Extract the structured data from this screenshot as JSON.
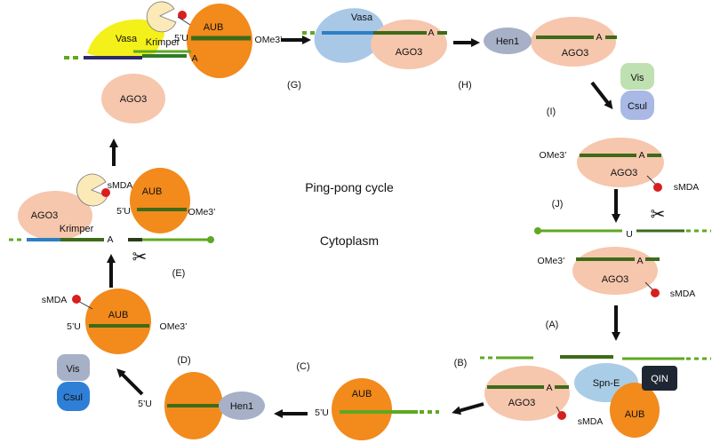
{
  "center": {
    "title": "Ping-pong cycle",
    "subtitle": "Cytoplasm"
  },
  "steps": {
    "A": "(A)",
    "B": "(B)",
    "C": "(C)",
    "D": "(D)",
    "E": "(E)",
    "G": "(G)",
    "H": "(H)",
    "I": "(I)",
    "J": "(J)"
  },
  "proteins": {
    "aub": "AUB",
    "ago3": "AGO3",
    "vasa": "Vasa",
    "krimper": "Krimper",
    "hen1": "Hen1",
    "vis": "Vis",
    "csul": "Csul",
    "spne": "Spn-E",
    "qin": "QIN"
  },
  "rna": {
    "five_u": "5’U",
    "ome3": "OMe3’",
    "a": "A",
    "u": "U"
  },
  "mod": {
    "smda": "sMDA"
  },
  "colors": {
    "aub": "#f28a1c",
    "ago3": "#f6c6ad",
    "vasa": "#f4f01a",
    "vasa_light": "#a9c8e6",
    "hen1": "#a6b0c6",
    "vis": "#bfe0b0",
    "csul": "#a9b8e4",
    "csul_dark": "#2f7fd6",
    "spne": "#a9cde6",
    "qin": "#1f2633",
    "piRNA": "#3e6b19",
    "target": "#5fa822",
    "blue": "#2d7fc4",
    "navy": "#2c2a6b",
    "smda": "#d81f1f"
  }
}
